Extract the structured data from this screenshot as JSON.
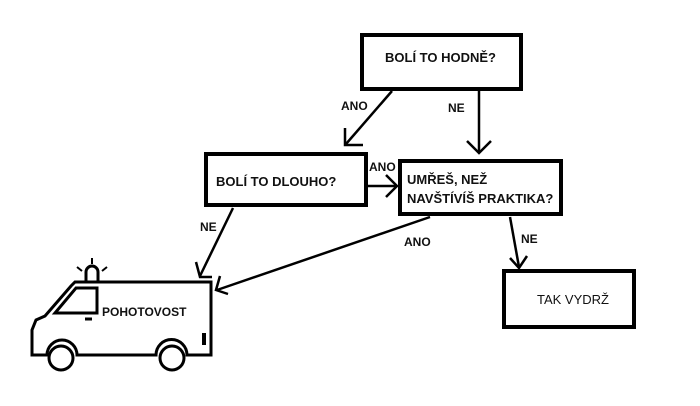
{
  "nodes": {
    "q1": "BOLÍ TO HODNĚ?",
    "q2": "BOLÍ TO DLOUHO?",
    "q3_line1": "UMŘEŠ, NEŽ",
    "q3_line2": "NAVŠTÍVÍŠ PRAKTIKA?",
    "end_wait": "TAK VYDRŽ",
    "end_ambulance": "POHOTOVOST"
  },
  "edges": {
    "q1_yes": "ANO",
    "q1_no": "NE",
    "q2_yes": "ANO",
    "q2_no": "NE",
    "q3_yes": "ANO",
    "q3_no": "NE"
  },
  "colors": {
    "stroke": "#000000",
    "background": "#ffffff"
  }
}
